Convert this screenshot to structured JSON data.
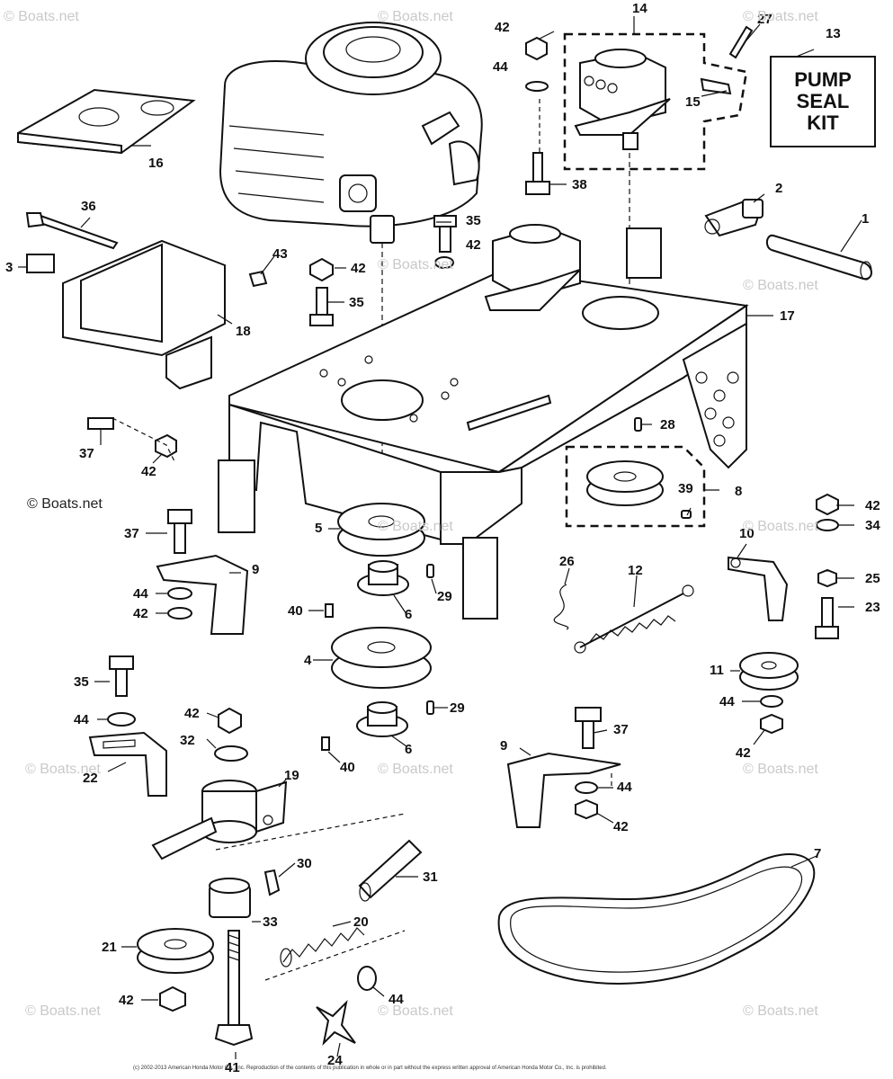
{
  "kit_label": "PUMP\nSEAL\nKIT",
  "watermark_text": "© Boats.net",
  "copyright": "(c) 2002-2013 American Honda Motor Co., Inc. Reproduction of the contents of this publication in whole or in part without the express written approval of American Honda Motor Co., Inc. is prohibited.",
  "callouts": [
    {
      "id": "1",
      "text": "1"
    },
    {
      "id": "2",
      "text": "2"
    },
    {
      "id": "3",
      "text": "3"
    },
    {
      "id": "4",
      "text": "4"
    },
    {
      "id": "5",
      "text": "5"
    },
    {
      "id": "6a",
      "text": "6"
    },
    {
      "id": "6b",
      "text": "6"
    },
    {
      "id": "7",
      "text": "7"
    },
    {
      "id": "8",
      "text": "8"
    },
    {
      "id": "9a",
      "text": "9"
    },
    {
      "id": "9b",
      "text": "9"
    },
    {
      "id": "10",
      "text": "10"
    },
    {
      "id": "11",
      "text": "11"
    },
    {
      "id": "12",
      "text": "12"
    },
    {
      "id": "13",
      "text": "13"
    },
    {
      "id": "14",
      "text": "14"
    },
    {
      "id": "15",
      "text": "15"
    },
    {
      "id": "16",
      "text": "16"
    },
    {
      "id": "17",
      "text": "17"
    },
    {
      "id": "18",
      "text": "18"
    },
    {
      "id": "19",
      "text": "19"
    },
    {
      "id": "20",
      "text": "20"
    },
    {
      "id": "21",
      "text": "21"
    },
    {
      "id": "22",
      "text": "22"
    },
    {
      "id": "23",
      "text": "23"
    },
    {
      "id": "24",
      "text": "24"
    },
    {
      "id": "25",
      "text": "25"
    },
    {
      "id": "26",
      "text": "26"
    },
    {
      "id": "27",
      "text": "27"
    },
    {
      "id": "28",
      "text": "28"
    },
    {
      "id": "29a",
      "text": "29"
    },
    {
      "id": "29b",
      "text": "29"
    },
    {
      "id": "30",
      "text": "30"
    },
    {
      "id": "31",
      "text": "31"
    },
    {
      "id": "32",
      "text": "32"
    },
    {
      "id": "33",
      "text": "33"
    },
    {
      "id": "34",
      "text": "34"
    },
    {
      "id": "35a",
      "text": "35"
    },
    {
      "id": "35b",
      "text": "35"
    },
    {
      "id": "35c",
      "text": "35"
    },
    {
      "id": "36",
      "text": "36"
    },
    {
      "id": "37a",
      "text": "37"
    },
    {
      "id": "37b",
      "text": "37"
    },
    {
      "id": "37c",
      "text": "37"
    },
    {
      "id": "38",
      "text": "38"
    },
    {
      "id": "39",
      "text": "39"
    },
    {
      "id": "40a",
      "text": "40"
    },
    {
      "id": "40b",
      "text": "40"
    },
    {
      "id": "41",
      "text": "41"
    },
    {
      "id": "42a",
      "text": "42"
    },
    {
      "id": "42b",
      "text": "42"
    },
    {
      "id": "42c",
      "text": "42"
    },
    {
      "id": "42d",
      "text": "42"
    },
    {
      "id": "42e",
      "text": "42"
    },
    {
      "id": "42f",
      "text": "42"
    },
    {
      "id": "42g",
      "text": "42"
    },
    {
      "id": "42h",
      "text": "42"
    },
    {
      "id": "42i",
      "text": "42"
    },
    {
      "id": "42j",
      "text": "42"
    },
    {
      "id": "43",
      "text": "43"
    },
    {
      "id": "44a",
      "text": "44"
    },
    {
      "id": "44b",
      "text": "44"
    },
    {
      "id": "44c",
      "text": "44"
    },
    {
      "id": "44d",
      "text": "44"
    },
    {
      "id": "44e",
      "text": "44"
    },
    {
      "id": "44f",
      "text": "44"
    }
  ]
}
